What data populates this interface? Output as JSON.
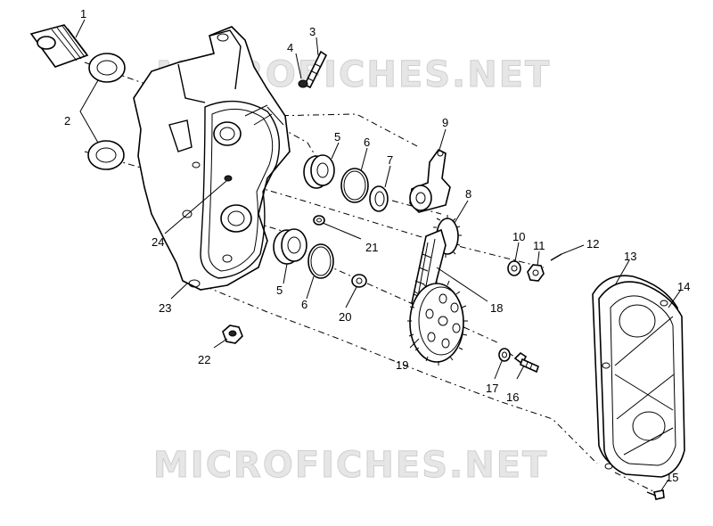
{
  "watermark": {
    "top": "MICROFICHES.NET",
    "bottom": "MICROFICHES.NET"
  },
  "callouts": [
    {
      "id": "c1",
      "text": "1"
    },
    {
      "id": "c2",
      "text": "2"
    },
    {
      "id": "c3",
      "text": "3"
    },
    {
      "id": "c4",
      "text": "4"
    },
    {
      "id": "c5a",
      "text": "5"
    },
    {
      "id": "c5b",
      "text": "5"
    },
    {
      "id": "c6a",
      "text": "6"
    },
    {
      "id": "c6b",
      "text": "6"
    },
    {
      "id": "c7",
      "text": "7"
    },
    {
      "id": "c8",
      "text": "8"
    },
    {
      "id": "c9",
      "text": "9"
    },
    {
      "id": "c10",
      "text": "10"
    },
    {
      "id": "c11",
      "text": "11"
    },
    {
      "id": "c12",
      "text": "12"
    },
    {
      "id": "c13",
      "text": "13"
    },
    {
      "id": "c14",
      "text": "14"
    },
    {
      "id": "c15",
      "text": "15"
    },
    {
      "id": "c16",
      "text": "16"
    },
    {
      "id": "c17",
      "text": "17"
    },
    {
      "id": "c18",
      "text": "18"
    },
    {
      "id": "c19",
      "text": "19"
    },
    {
      "id": "c20",
      "text": "20"
    },
    {
      "id": "c21",
      "text": "21"
    },
    {
      "id": "c22",
      "text": "22"
    },
    {
      "id": "c23",
      "text": "23"
    },
    {
      "id": "c24",
      "text": "24"
    }
  ]
}
